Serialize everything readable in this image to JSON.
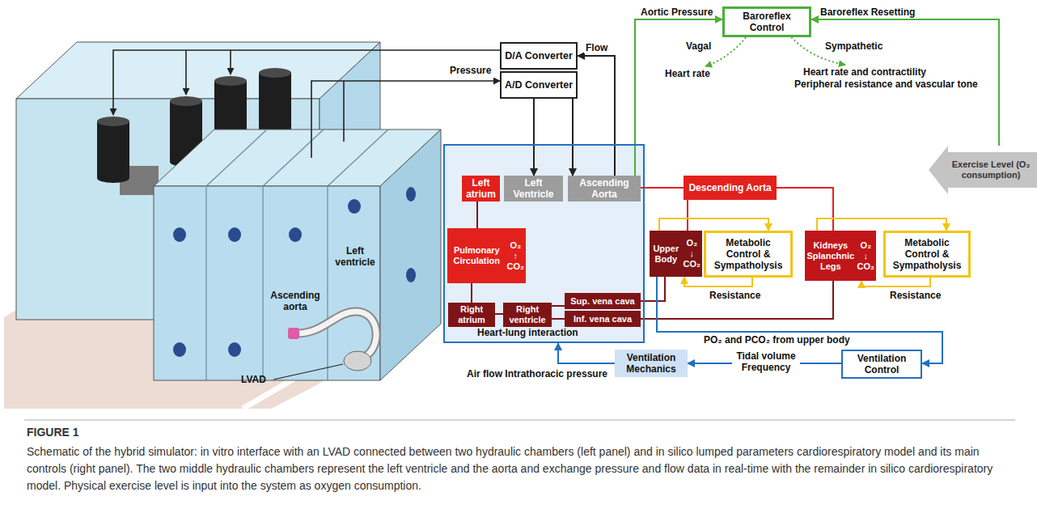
{
  "diagram": {
    "title": "FIGURE 1",
    "caption": "Schematic of the hybrid simulator: in vitro interface with an LVAD connected between two hydraulic chambers (left panel) and in silico lumped parameters cardiorespiratory model and its main controls (right panel). The two middle hydraulic chambers represent the left ventricle and the aorta and exchange pressure and flow data in real-time with the remainder in silico cardiorespiratory model. Physical exercise level is input into the system as oxygen consumption.",
    "nodes": [
      {
        "text": [
          "D/A Converter"
        ]
      },
      {
        "text": [
          "A/D Converter"
        ]
      },
      {
        "text": [
          "Baroreflex Control"
        ]
      },
      {
        "text": [
          "Heart-lung interaction"
        ]
      },
      {
        "text": [
          "Left atrium"
        ],
        "in": 3
      },
      {
        "text": [
          "Left Ventricle"
        ],
        "in": 3
      },
      {
        "text": [
          "Ascending Aorta"
        ],
        "in": 3
      },
      {
        "text": [
          "Pulmonary Circulation",
          "O₂ ↑ CO₂"
        ],
        "in": 3
      },
      {
        "text": [
          "Right atrium"
        ],
        "in": 3
      },
      {
        "text": [
          "Right ventricle"
        ],
        "in": 3
      },
      {
        "text": [
          "Sup. vena cava"
        ],
        "in": 3
      },
      {
        "text": [
          "Inf. vena cava"
        ],
        "in": 3
      },
      {
        "text": [
          "Descending Aorta"
        ]
      },
      {
        "text": [
          "Upper Body",
          "O₂ ↓ CO₂"
        ]
      },
      {
        "text": [
          "Metabolic Control & Sympatholysis"
        ]
      },
      {
        "text": [
          "Kidneys Splanchnic Legs",
          "O₂ ↓ CO₂"
        ]
      },
      {
        "text": [
          "Metabolic Control & Sympatholysis"
        ]
      },
      {
        "text": [
          "Ventilation Mechanics"
        ]
      },
      {
        "text": [
          "Ventilation Control"
        ]
      },
      {
        "text": [
          "Exercise Level (O₂ consumption)"
        ]
      }
    ],
    "edges": [
      {
        "from": 1,
        "to": 5,
        "arrow": "to"
      },
      {
        "from": 1,
        "to": 6,
        "arrow": "to"
      },
      {
        "from": 6,
        "to": 0,
        "arrow": "to",
        "label": "Flow"
      },
      {
        "from": 6,
        "to": 2,
        "arrow": "to",
        "label": "Aortic Pressure"
      },
      {
        "from": 19,
        "to": 2,
        "arrow": "to",
        "label": "Baroreflex Resetting"
      },
      {
        "from": 6,
        "to": 12,
        "arrow": "none"
      },
      {
        "from": 12,
        "to": 13,
        "arrow": "none"
      },
      {
        "from": 12,
        "to": 15,
        "arrow": "none"
      },
      {
        "from": 13,
        "to": 10,
        "arrow": "none"
      },
      {
        "from": 15,
        "to": 11,
        "arrow": "none"
      },
      {
        "from": 13,
        "to": 14,
        "arrow": "to"
      },
      {
        "from": 14,
        "to": 13,
        "arrow": "to",
        "label": "Resistance"
      },
      {
        "from": 15,
        "to": 16,
        "arrow": "to"
      },
      {
        "from": 16,
        "to": 15,
        "arrow": "to",
        "label": "Resistance"
      },
      {
        "from": 13,
        "to": 18,
        "arrow": "to",
        "label": "PO₂ and PCO₂ from upper body"
      },
      {
        "from": 18,
        "to": 17,
        "arrow": "to",
        "label": "Tidal volume Frequency"
      },
      {
        "from": 17,
        "to": 3,
        "arrow": "to",
        "label": "Air flow Intrathoracic pressure"
      },
      {
        "from": 7,
        "to": 4,
        "arrow": "none"
      },
      {
        "from": 8,
        "to": 7,
        "arrow": "none"
      },
      {
        "from": 9,
        "to": 8,
        "arrow": "none"
      },
      {
        "from": 10,
        "to": 9,
        "arrow": "none"
      },
      {
        "from": 11,
        "to": 9,
        "arrow": "none"
      }
    ],
    "labels": [
      "Pressure",
      "Vagal",
      "Sympathetic",
      "Heart rate",
      "Heart rate and contractility",
      "Peripheral resistance and vascular tone",
      "Ascending aorta",
      "Left ventricle",
      "LVAD"
    ]
  }
}
